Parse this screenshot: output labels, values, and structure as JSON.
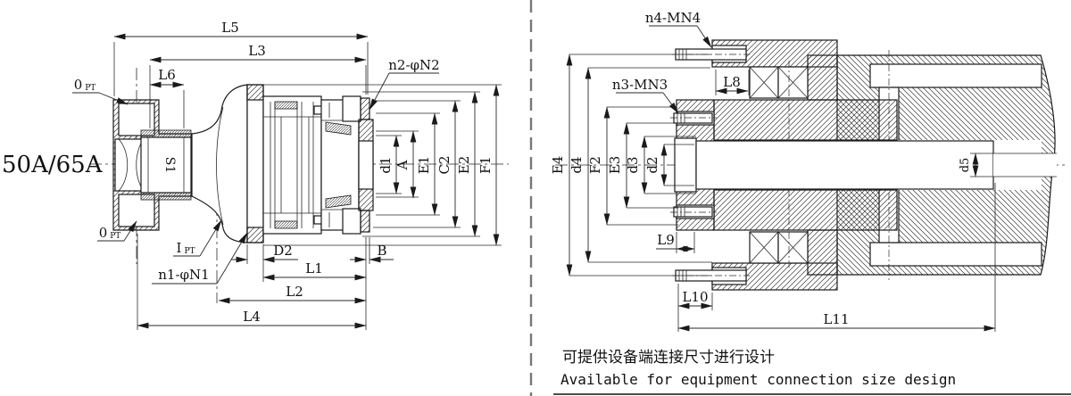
{
  "left_view": {
    "size_label": "50A/65A",
    "wrench_label": "S1",
    "callouts": {
      "n1": "n1-φN1",
      "n2": "n2-φN2",
      "port_top": {
        "main": "0",
        "sub": "PT"
      },
      "port_bottom": {
        "main": "0",
        "sub": "PT"
      },
      "port_side": {
        "main": "I",
        "sub": "PT"
      }
    },
    "dims": {
      "L5": "L5",
      "L3": "L3",
      "L6": "L6",
      "D2": "D2",
      "B": "B",
      "L1": "L1",
      "L2": "L2",
      "L4": "L4",
      "d1": "d1",
      "A": "A",
      "E1": "E1",
      "C2": "C2",
      "E2": "E2",
      "F1": "F1"
    }
  },
  "right_view": {
    "callouts": {
      "n3": "n3-MN3",
      "n4": "n4-MN4"
    },
    "dims": {
      "L8": "L8",
      "L9": "L9",
      "L10": "L10",
      "L11": "L11",
      "E4": "E4",
      "d4": "d4",
      "F2": "F2",
      "E3": "E3",
      "d3": "d3",
      "d2": "d2",
      "d5": "d5"
    }
  },
  "notes": {
    "zh": "可提供设备端连接尺寸进行设计",
    "en": "Available for equipment connection size design"
  }
}
